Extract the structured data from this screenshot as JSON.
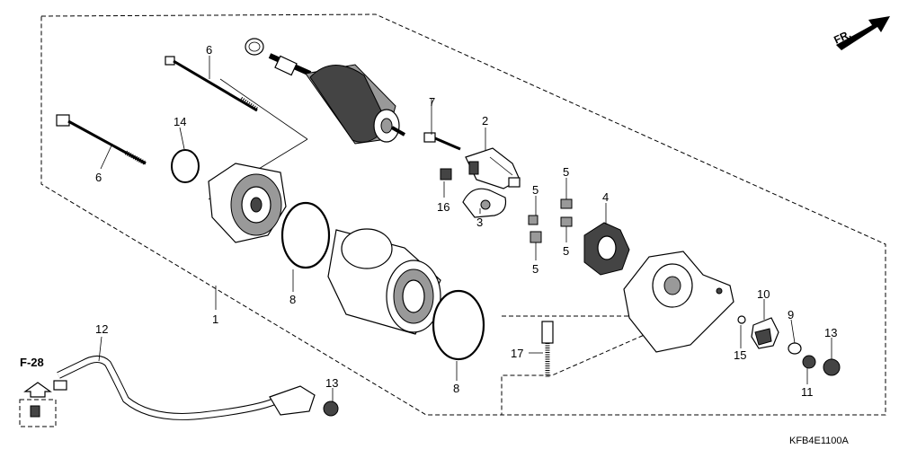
{
  "callouts": {
    "c1": "1",
    "c2": "2",
    "c3": "3",
    "c4": "4",
    "c5a": "5",
    "c5b": "5",
    "c5c": "5",
    "c5d": "5",
    "c6a": "6",
    "c6b": "6",
    "c7": "7",
    "c8a": "8",
    "c8b": "8",
    "c9": "9",
    "c10": "10",
    "c11": "11",
    "c12": "12",
    "c13a": "13",
    "c13b": "13",
    "c14": "14",
    "c15": "15",
    "c16": "16",
    "c17": "17"
  },
  "reference": "F-28",
  "direction": "FR.",
  "diagram_code": "KFB4E1100A"
}
